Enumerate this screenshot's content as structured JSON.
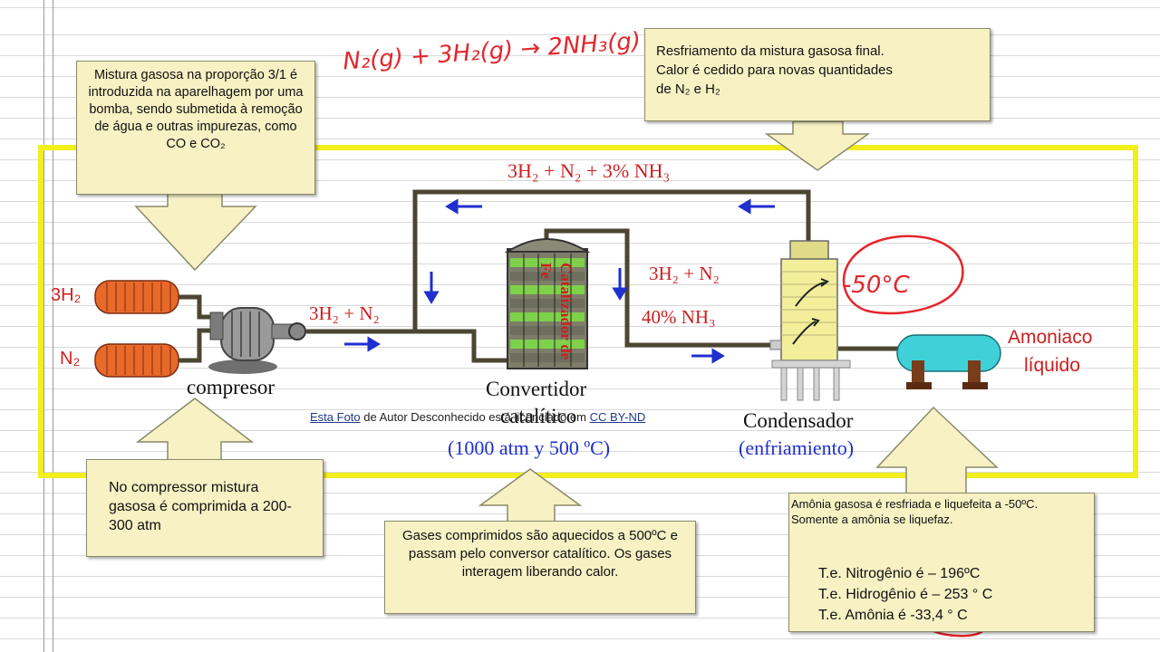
{
  "equation": "N₂(g) + 3H₂(g) → 2NH₃(g)",
  "callouts": {
    "top_left": "Mistura gasosa na proporção 3/1 é introduzida na aparelhagem por uma bomba, sendo submetida à remoção de água e outras impurezas, como CO e CO₂",
    "top_right_line1": "Resfriamento da mistura gasosa final.",
    "top_right_line2": "Calor é cedido para novas quantidades",
    "top_right_line3": "de N₂  e H₂",
    "bottom_left": "No compressor mistura gasosa é comprimida a 200-300 atm",
    "bottom_middle": "Gases comprimidos  são aquecidos a 500ºC e passam pelo conversor catalítico. Os gases interagem liberando calor.",
    "bottom_right_line1": "Amônia gasosa é resfriada e liquefeita a -50ºC.",
    "bottom_right_line2": "Somente a amônia se liquefaz.",
    "te_nitrogen": "T.e. Nitrogênio é – 196ºC",
    "te_hydrogen": "T.e. Hidrogênio é – 253 ° C",
    "te_ammonia": "T.e. Amônia é -33,4 ° C"
  },
  "diagram": {
    "recycle_label": "3H₂ + N₂ + 3% NH₃",
    "h2_tank": "3H₂",
    "n2_tank": "N₂",
    "feed_label": "3H₂ + N₂",
    "compressor": "compresor",
    "catalyst_line1": "Catalizador",
    "catalyst_line2": "de Fe",
    "converter_line1": "Convertidor",
    "converter_line2": "catalítico",
    "converter_conditions": "(1000 atm y 500 ºC)",
    "out_label1": "3H₂ + N₂",
    "out_label2": "40%  NH₃",
    "condenser": "Condensador",
    "condenser_note": "(enfriamiento)",
    "ammonia_line1": "Amoniaco",
    "ammonia_line2": "líquido",
    "handwritten_temp": "-50°C"
  },
  "attribution": {
    "link1": "Esta Foto",
    "middle": " de Autor Desconhecido está licenciado em ",
    "link2": "CC BY-ND"
  },
  "colors": {
    "frame": "#f2ef1a",
    "callout_bg": "#f7f1c4",
    "arrow_blue": "#1f2fd0",
    "label_red": "#cc1f1f",
    "tank": "#e8692a",
    "condenser": "#f2ee9a",
    "ammonia_tank": "#3fd0d8"
  }
}
